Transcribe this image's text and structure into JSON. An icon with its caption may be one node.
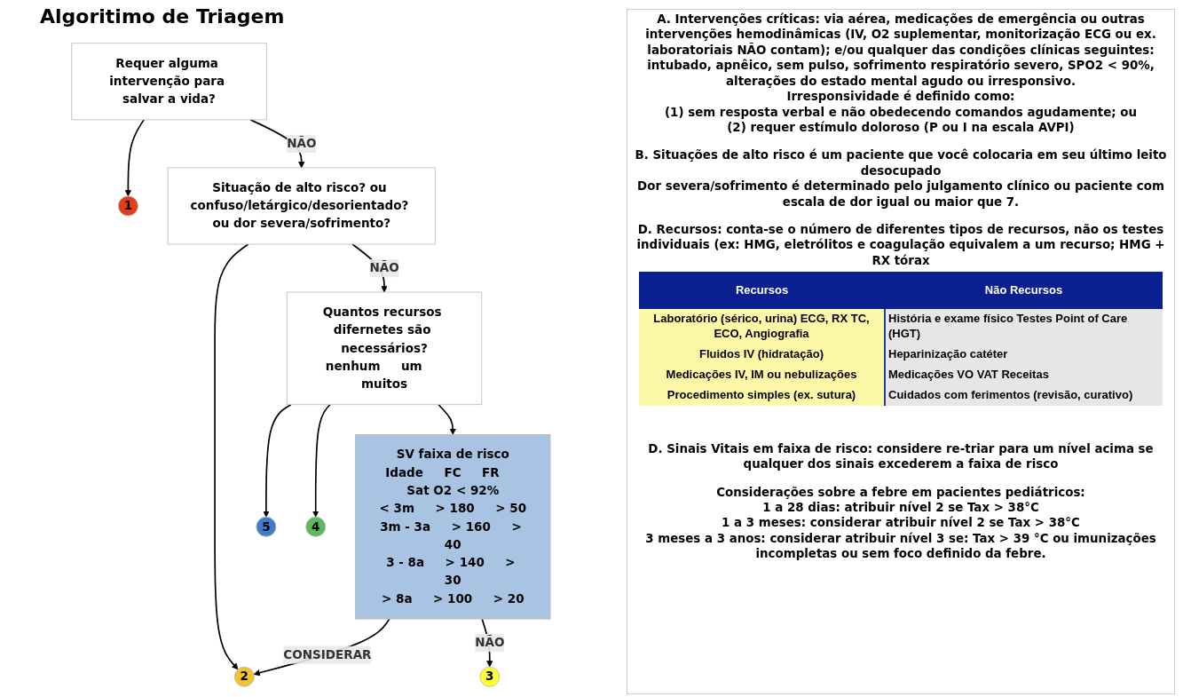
{
  "diagram": {
    "title": "Algoritimo de Triagem",
    "nodes": [
      {
        "text": [
          "Requer alguma intervenção para salvar a vida?"
        ]
      },
      {
        "text": [
          "1"
        ]
      },
      {
        "text": [
          "Situação de alto risco? ou confuso/letárgico/desorientado? ou dor severa/sofrimento?"
        ]
      },
      {
        "text": [
          "2"
        ]
      },
      {
        "text": [
          "Quantos recursos difernetes são necessários?",
          "nenhum",
          "um",
          "muitos"
        ]
      },
      {
        "text": [
          "5"
        ]
      },
      {
        "text": [
          "4"
        ]
      },
      {
        "text": [
          "SV faixa de risco",
          "Idade",
          "FC",
          "FR",
          "Sat O2 < 92%",
          "< 3m",
          "> 180",
          "> 50",
          "3m - 3a",
          "> 160",
          "> 40",
          "3 - 8a",
          "> 140",
          "> 30",
          "> 8a",
          "> 100",
          "> 20"
        ]
      },
      {
        "text": [
          "3"
        ]
      }
    ],
    "edges": [
      {
        "from": 0,
        "to": 1,
        "arrow": "to"
      },
      {
        "from": 0,
        "to": 2,
        "arrow": "to",
        "label": "NÃO"
      },
      {
        "from": 2,
        "to": 3,
        "arrow": "to"
      },
      {
        "from": 2,
        "to": 4,
        "arrow": "to",
        "label": "NÃO"
      },
      {
        "from": 4,
        "to": 5,
        "arrow": "to"
      },
      {
        "from": 4,
        "to": 6,
        "arrow": "to"
      },
      {
        "from": 4,
        "to": 7,
        "arrow": "to"
      },
      {
        "from": 7,
        "to": 3,
        "arrow": "to",
        "label": "CONSIDERAR"
      },
      {
        "from": 7,
        "to": 8,
        "arrow": "to",
        "label": "NÃO"
      }
    ],
    "labels": [
      "A. Intervenções críticas: via aérea, medicações de emergência ou outras intervenções hemodinâmicas (IV, O2 suplementar, monitorização ECG ou ex. laboratoriais NÃO contam); e/ou qualquer das condições clínicas seguintes: intubado, apnêico, sem pulso, sofrimento respiratório severo, SPO2 < 90%, alterações do estado mental agudo ou irresponsivo.",
      "Irresponsividade é definido como:",
      "(1) sem resposta verbal e não obedecendo comandos agudamente; ou",
      "(2) requer estímulo doloroso (P ou I na escala AVPI)",
      "B. Situações de alto risco é um paciente que você colocaria em seu último leito desocupado",
      "Dor severa/sofrimento é determinado pelo julgamento clínico ou paciente com escala de dor igual ou maior que 7.",
      "D. Recursos: conta-se o número de diferentes tipos de recursos, não os testes individuais (ex: HMG, eletrólitos e coagulação equivalem a um recurso; HMG + RX tórax",
      "Recursos",
      "Não Recursos",
      "Laboratório (sérico, urina) ECG, RX TC, ECO, Angiografia",
      "História e exame físico Testes Point of Care (HGT)",
      "Fluidos IV (hidratação)",
      "Heparinização catéter",
      "Medicações IV, IM ou nebulizações",
      "Medicações VO VAT Receitas",
      "Procedimento simples (ex. sutura)",
      "Cuidados com ferimentos (revisão, curativo)",
      "D. Sinais Vitais em faixa de risco: considere re-triar para um nível acima se qualquer dos sinais excederem a faixa de risco",
      "Considerações sobre a febre em pacientes pediátricos:",
      "1 a 28 dias: atribuir nível 2 se Tax > 38°C",
      "1 a 3 meses: considerar atribuir nível 2 se Tax > 38°C",
      "3 meses a 3 anos: considerar atribuir nível 3 se: Tax > 39 °C ou imunizações incompletas ou sem foco definido da febre."
    ]
  }
}
